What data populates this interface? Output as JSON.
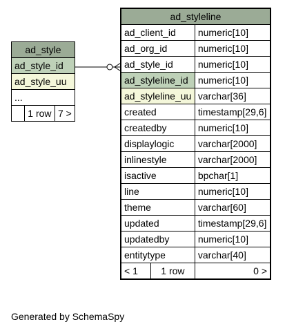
{
  "ad_style": {
    "name": "ad_style",
    "columns": [
      "ad_style_id",
      "ad_style_uu",
      "..."
    ],
    "footer": {
      "left": "",
      "middle": "1 row",
      "right": "7 >"
    }
  },
  "ad_styleline": {
    "name": "ad_styleline",
    "columns": [
      {
        "name": "ad_client_id",
        "type": "numeric[10]"
      },
      {
        "name": "ad_org_id",
        "type": "numeric[10]"
      },
      {
        "name": "ad_style_id",
        "type": "numeric[10]"
      },
      {
        "name": "ad_styleline_id",
        "type": "numeric[10]"
      },
      {
        "name": "ad_styleline_uu",
        "type": "varchar[36]"
      },
      {
        "name": "created",
        "type": "timestamp[29,6]"
      },
      {
        "name": "createdby",
        "type": "numeric[10]"
      },
      {
        "name": "displaylogic",
        "type": "varchar[2000]"
      },
      {
        "name": "inlinestyle",
        "type": "varchar[2000]"
      },
      {
        "name": "isactive",
        "type": "bpchar[1]"
      },
      {
        "name": "line",
        "type": "numeric[10]"
      },
      {
        "name": "theme",
        "type": "varchar[60]"
      },
      {
        "name": "updated",
        "type": "timestamp[29,6]"
      },
      {
        "name": "updatedby",
        "type": "numeric[10]"
      },
      {
        "name": "entitytype",
        "type": "varchar[40]"
      }
    ],
    "footer": {
      "left": "< 1",
      "middle": "1 row",
      "right": "0 >"
    }
  },
  "caption": "Generated by SchemaSpy",
  "colors": {
    "header": "#9bab96",
    "primary_key": "#bed1b8",
    "alternate_key": "#f4f7da"
  }
}
